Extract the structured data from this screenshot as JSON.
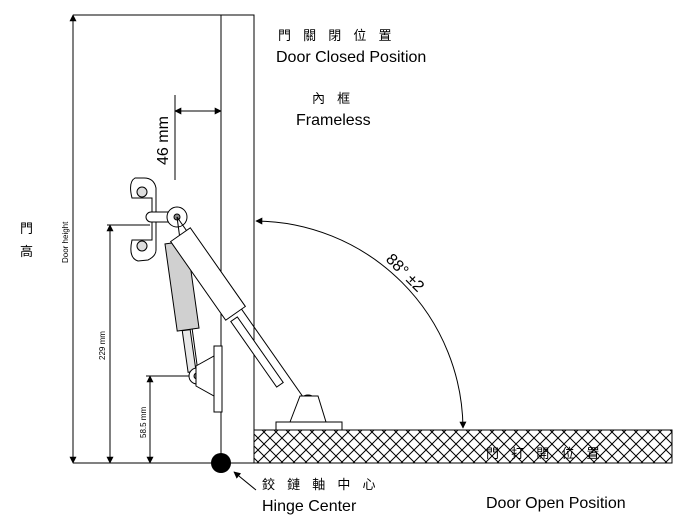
{
  "labels": {
    "closed_cn": "門 關 閉 位 置",
    "closed_en": "Door Closed Position",
    "frameless_cn": "內 框",
    "frameless_en": "Frameless",
    "offset_dim": "46 mm",
    "door_height_cn_1": "門",
    "door_height_cn_2": "高",
    "door_height_en": "Door height",
    "dim_229": "229 mm",
    "dim_58": "58.5 mm",
    "angle": "88° ±2",
    "open_cn": "門 打 開 位 置",
    "open_en": "Door Open Position",
    "hinge_cn": "鉸 鏈 軸 中 心",
    "hinge_en": "Hinge Center"
  }
}
